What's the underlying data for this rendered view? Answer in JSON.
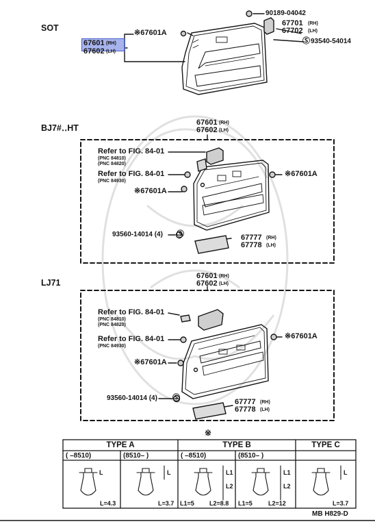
{
  "colors": {
    "ink": "#141414",
    "highlight": "#5e76dc",
    "watermark": "#d0d0d0"
  },
  "sections": {
    "sot": {
      "title": "SOT",
      "callouts": {
        "star_clip": "※67601A",
        "part_rh": "67601",
        "part_rh_side": "(RH)",
        "part_lh": "67602",
        "part_lh_side": "(LH)",
        "screw_top": "90189-04042",
        "pocket_rh": "67701",
        "pocket_rh_side": "(RH)",
        "pocket_lh": "67702",
        "pocket_lh_side": "(LH)",
        "screw_side": "93540-54014"
      }
    },
    "bj7": {
      "title": "BJ7#‥HT",
      "callouts": {
        "part_rh": "67601",
        "part_rh_side": "(RH)",
        "part_lh": "67602",
        "part_lh_side": "(LH)",
        "ref1": "Refer to FIG. 84-01",
        "ref1_pnc_a": "(PNC 84810)",
        "ref1_pnc_b": "(PNC 84820)",
        "ref2": "Refer to FIG. 84-01",
        "ref2_pnc": "(PNC 84930)",
        "clip_right": "※67601A",
        "clip_left": "※67601A",
        "screw": "93560-14014 (4)",
        "pull_rh": "67777",
        "pull_rh_side": "(RH)",
        "pull_lh": "67778",
        "pull_lh_side": "(LH)"
      }
    },
    "lj71": {
      "title": "LJ71",
      "callouts": {
        "part_rh": "67601",
        "part_rh_side": "(RH)",
        "part_lh": "67602",
        "part_lh_side": "(LH)",
        "ref1": "Refer to FIG. 84-01",
        "ref1_pnc_a": "(PNC 84810)",
        "ref1_pnc_b": "(PNC 84820)",
        "ref2": "Refer to FIG. 84-01",
        "ref2_pnc": "(PNC 84930)",
        "clip_right": "※67601A",
        "clip_left": "※67601A",
        "screw": "93560-14014 (4)",
        "pull_rh": "67777",
        "pull_rh_side": "(RH)",
        "pull_lh": "67778",
        "pull_lh_side": "(LH)"
      }
    }
  },
  "clip_table": {
    "marker": "※",
    "types": [
      "TYPE A",
      "TYPE B",
      "TYPE C"
    ],
    "ranges": [
      "(      –8510)",
      "(8510–      )",
      "(      –8510)",
      "(8510–      )"
    ],
    "dims": {
      "l": "L",
      "l1": "L1",
      "l2": "L2",
      "a1": "L=4.3",
      "a2": "L=3.7",
      "b1_l1": "L1=5",
      "b1_l2": "L2=8.8",
      "b2_l1": "L1=5",
      "b2_l2": "L2=12",
      "c": "L=3.7"
    }
  },
  "footer": {
    "code": "MB H829-D"
  }
}
